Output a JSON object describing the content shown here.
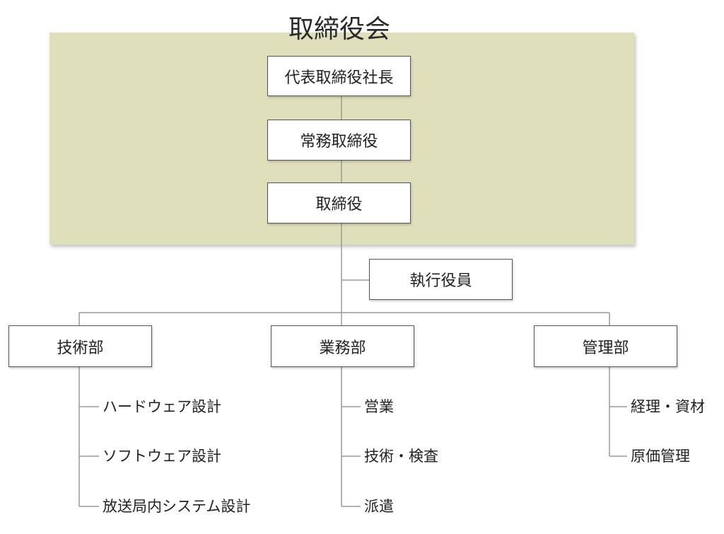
{
  "colors": {
    "panel_fill": "#dfe0bb",
    "box_fill": "#ffffff",
    "box_border": "#555555",
    "connector": "#9a9a9a"
  },
  "board": {
    "title": "取締役会",
    "president": "代表取締役社長",
    "managing_director": "常務取締役",
    "director": "取締役"
  },
  "executive_officer": "執行役員",
  "departments": [
    {
      "name": "技術部",
      "subunits": [
        "ハードウェア設計",
        "ソフトウェア設計",
        "放送局内システム設計"
      ]
    },
    {
      "name": "業務部",
      "subunits": [
        "営業",
        "技術・検査",
        "派遣"
      ]
    },
    {
      "name": "管理部",
      "subunits": [
        "経理・資材",
        "原価管理"
      ]
    }
  ]
}
